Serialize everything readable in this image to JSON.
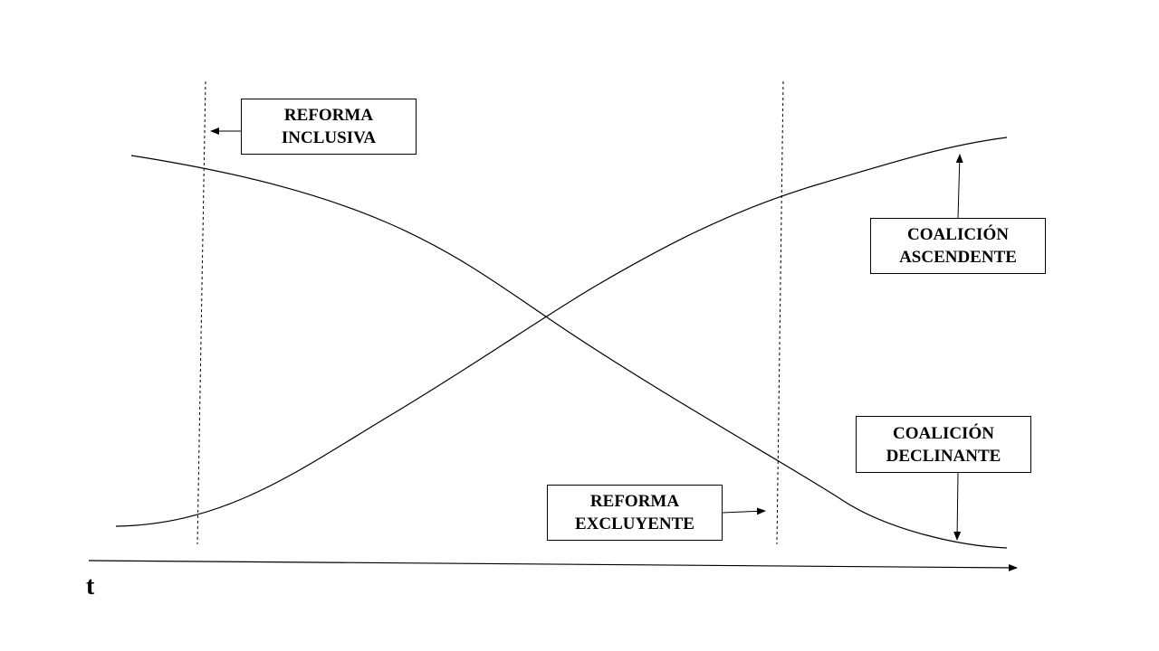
{
  "labels": {
    "reforma_inclusiva": [
      "REFORMA",
      "INCLUSIVA"
    ],
    "coalicion_ascendente": [
      "COALICIÓN",
      "ASCENDENTE"
    ],
    "coalicion_declinante": [
      "COALICIÓN",
      "DECLINANTE"
    ],
    "reforma_excluyente": [
      "REFORMA",
      "EXCLUYENTE"
    ]
  },
  "axis": {
    "time_label": "t"
  },
  "colors": {
    "line": "#000000",
    "background": "#ffffff"
  }
}
